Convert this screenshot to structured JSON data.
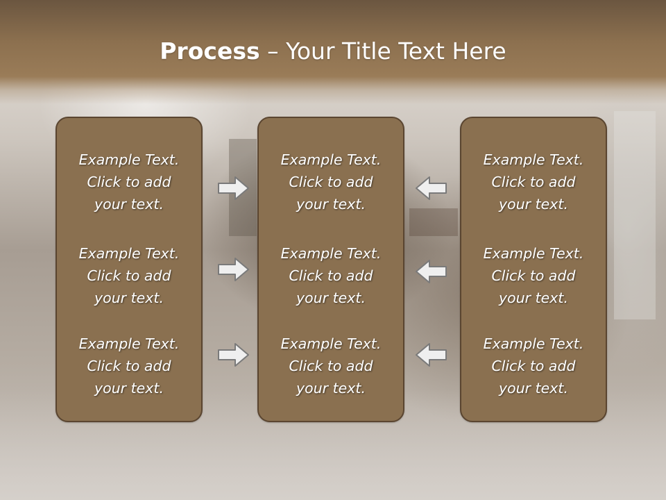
{
  "slide": {
    "title_bold": "Process",
    "title_rest": " – Your Title Text Here"
  },
  "columns": [
    {
      "paragraphs": [
        {
          "lines": [
            "Example Text.",
            "Click  to add",
            "your text."
          ]
        },
        {
          "lines": [
            "Example Text.",
            "Click  to add",
            "your text."
          ]
        },
        {
          "lines": [
            "Example Text.",
            "Click  to add",
            "your text."
          ]
        }
      ]
    },
    {
      "paragraphs": [
        {
          "lines": [
            "Example Text.",
            "Click  to add",
            "your text."
          ]
        },
        {
          "lines": [
            "Example Text.",
            "Click  to add",
            "your text."
          ]
        },
        {
          "lines": [
            "Example Text.",
            "Click  to add",
            "your text."
          ]
        }
      ]
    },
    {
      "paragraphs": [
        {
          "lines": [
            "Example Text.",
            "Click  to add",
            "your text."
          ]
        },
        {
          "lines": [
            "Example Text.",
            "Click  to add",
            "your text."
          ]
        },
        {
          "lines": [
            "Example Text.",
            "Click  to add",
            "your text."
          ]
        }
      ]
    }
  ],
  "arrows": {
    "left_group": "arrow-right-icon",
    "right_group": "arrow-left-icon"
  },
  "colors": {
    "title_band": "#8c704f",
    "box_fill": "#8a7050",
    "box_border": "#5a4530",
    "text": "#ffffff"
  }
}
